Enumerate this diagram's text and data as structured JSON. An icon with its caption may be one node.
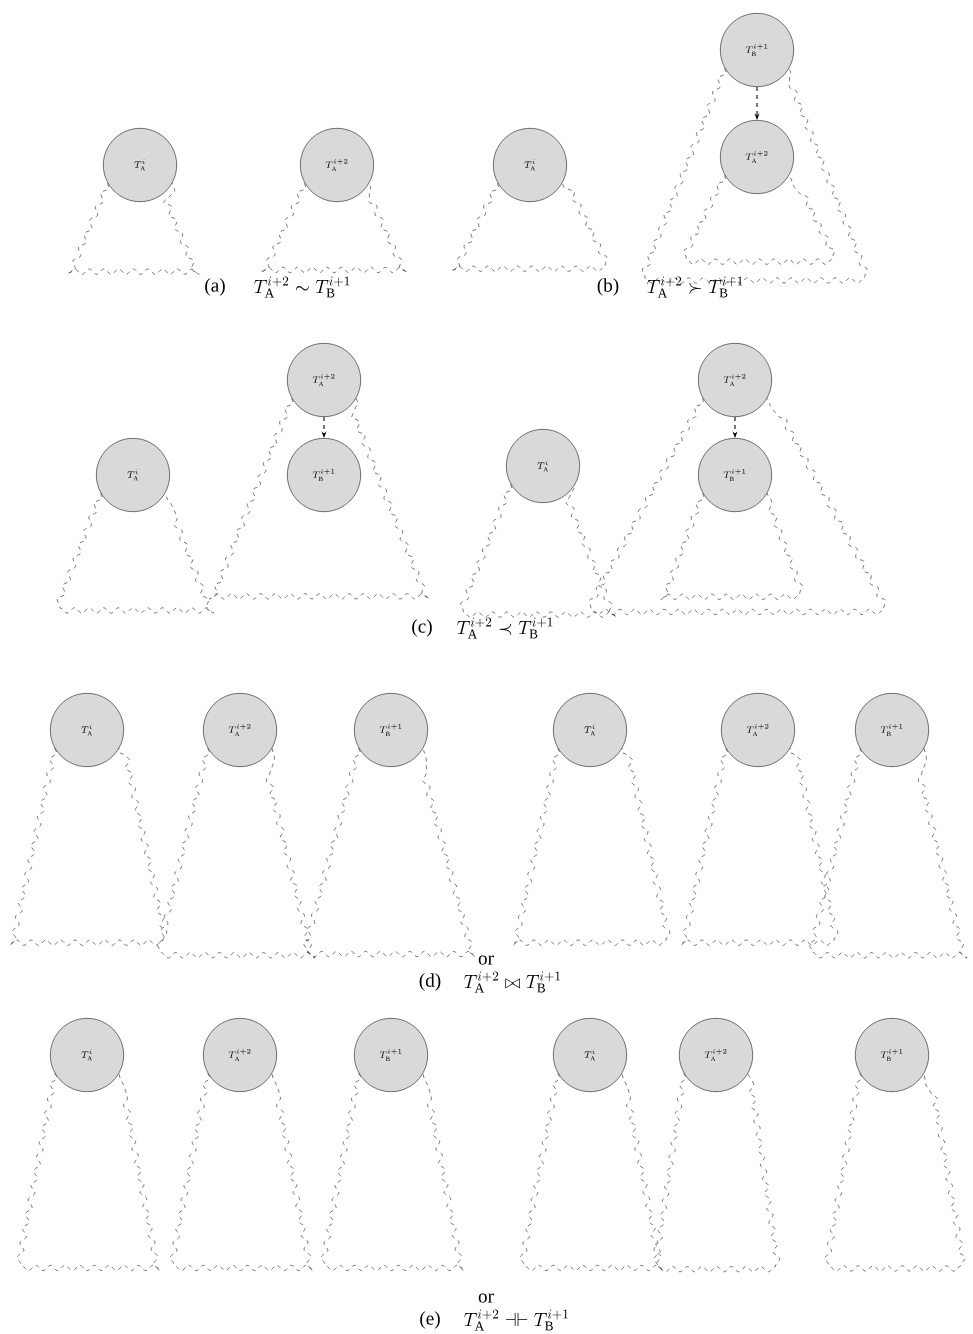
{
  "diagram": {
    "nodes": [
      {
        "text": [
          "T_{\\mathrm{A}}^{i}"
        ]
      },
      {
        "text": [
          "T_{\\mathrm{A}}^{i+2}"
        ]
      },
      {
        "text": [
          "T_{\\mathrm{A}}^{i}"
        ]
      },
      {
        "text": [
          "T_{\\mathrm{B}}^{i+1}"
        ]
      },
      {
        "text": [
          "T_{\\mathrm{A}}^{i+2}"
        ]
      },
      {
        "text": [
          "T_{\\mathrm{A}}^{i}"
        ]
      },
      {
        "text": [
          "T_{\\mathrm{A}}^{i+2}"
        ]
      },
      {
        "text": [
          "T_{\\mathrm{B}}^{i+1}"
        ]
      },
      {
        "text": [
          "T_{\\mathrm{A}}^{i}"
        ]
      },
      {
        "text": [
          "T_{\\mathrm{A}}^{i+2}"
        ]
      },
      {
        "text": [
          "T_{\\mathrm{B}}^{i+1}"
        ]
      },
      {
        "text": [
          "T_{\\mathrm{A}}^{i}"
        ]
      },
      {
        "text": [
          "T_{\\mathrm{A}}^{i+2}"
        ]
      },
      {
        "text": [
          "T_{\\mathrm{B}}^{i+1}"
        ]
      },
      {
        "text": [
          "T_{\\mathrm{A}}^{i}"
        ]
      },
      {
        "text": [
          "T_{\\mathrm{A}}^{i+2}"
        ]
      },
      {
        "text": [
          "T_{\\mathrm{B}}^{i+1}"
        ]
      },
      {
        "text": [
          "T_{\\mathrm{A}}^{i}"
        ]
      },
      {
        "text": [
          "T_{\\mathrm{A}}^{i+2}"
        ]
      },
      {
        "text": [
          "T_{\\mathrm{B}}^{i+1}"
        ]
      },
      {
        "text": [
          "T_{\\mathrm{A}}^{i}"
        ]
      },
      {
        "text": [
          "T_{\\mathrm{A}}^{i+2}"
        ]
      },
      {
        "text": [
          "T_{\\mathrm{B}}^{i+1}"
        ]
      }
    ],
    "edges": [
      {
        "from": 3,
        "to": 4,
        "arrow": "to",
        "style": "dashed"
      },
      {
        "from": 6,
        "to": 7,
        "arrow": "to",
        "style": "dashed"
      },
      {
        "from": 9,
        "to": 10,
        "arrow": "to",
        "style": "dashed"
      }
    ],
    "labels": [
      "(a)",
      "T_{\\mathrm{A}}^{i+2} \\sim T_{\\mathrm{B}}^{i+1}",
      "(b)",
      "T_{\\mathrm{A}}^{i+2} \\succ T_{\\mathrm{B}}^{i+1}",
      "(c)",
      "T_{\\mathrm{A}}^{i+2} \\prec T_{\\mathrm{B}}^{i+1}",
      "or",
      "(d)",
      "T_{\\mathrm{A}}^{i+2} \\bowtie T_{\\mathrm{B}}^{i+1}",
      "or",
      "(e)",
      "T_{\\mathrm{A}}^{i+2} \\mathrel{\\dashv\\vdash} T_{\\mathrm{B}}^{i+1}"
    ]
  }
}
